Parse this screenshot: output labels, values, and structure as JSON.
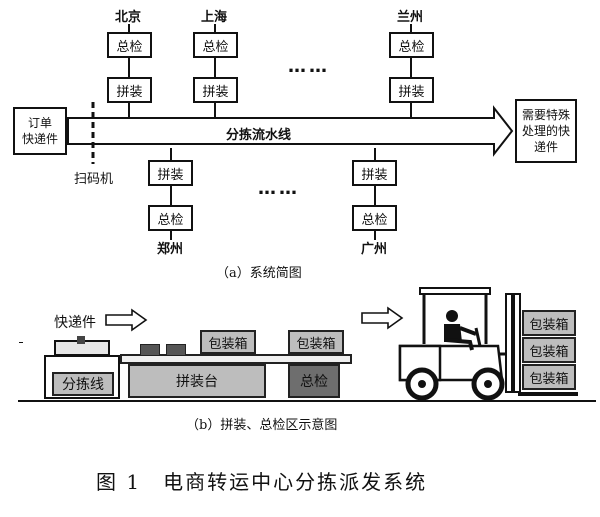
{
  "part_a": {
    "cities_top": [
      "北京",
      "上海",
      "兰州"
    ],
    "cities_bottom": [
      "郑州",
      "广州"
    ],
    "inspect_label": "总检",
    "assemble_label": "拼装",
    "ellipsis": "……",
    "input_label": "订单\n快递件",
    "line_label": "分拣流水线",
    "scanner_label": "扫码机",
    "output_label": "需要特殊\n处理的快\n递件",
    "caption": "（a）系统简图"
  },
  "part_b": {
    "parcel_label": "快递件",
    "sorting_label": "分拣线",
    "assembly_table_label": "拼装台",
    "inspection_label": "总检",
    "package_box_label": "包装箱",
    "caption": "（b）拼装、总检区示意图"
  },
  "figure_caption": "图 1　电商转运中心分拣派发系统"
}
